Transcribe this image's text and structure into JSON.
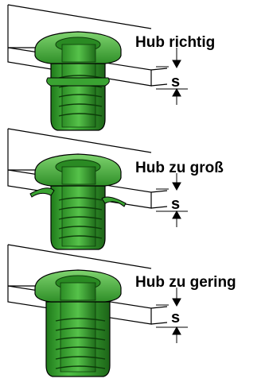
{
  "diagram": {
    "panels": [
      {
        "caption": "Hub richtig",
        "gap_label": "s"
      },
      {
        "caption": "Hub zu groß",
        "gap_label": "s"
      },
      {
        "caption": "Hub zu gering",
        "gap_label": "s"
      }
    ],
    "colors": {
      "nut_green": "#3fa535",
      "nut_green_dark": "#1e6b19",
      "nut_green_light": "#7fd46f",
      "outline": "#000000"
    }
  }
}
